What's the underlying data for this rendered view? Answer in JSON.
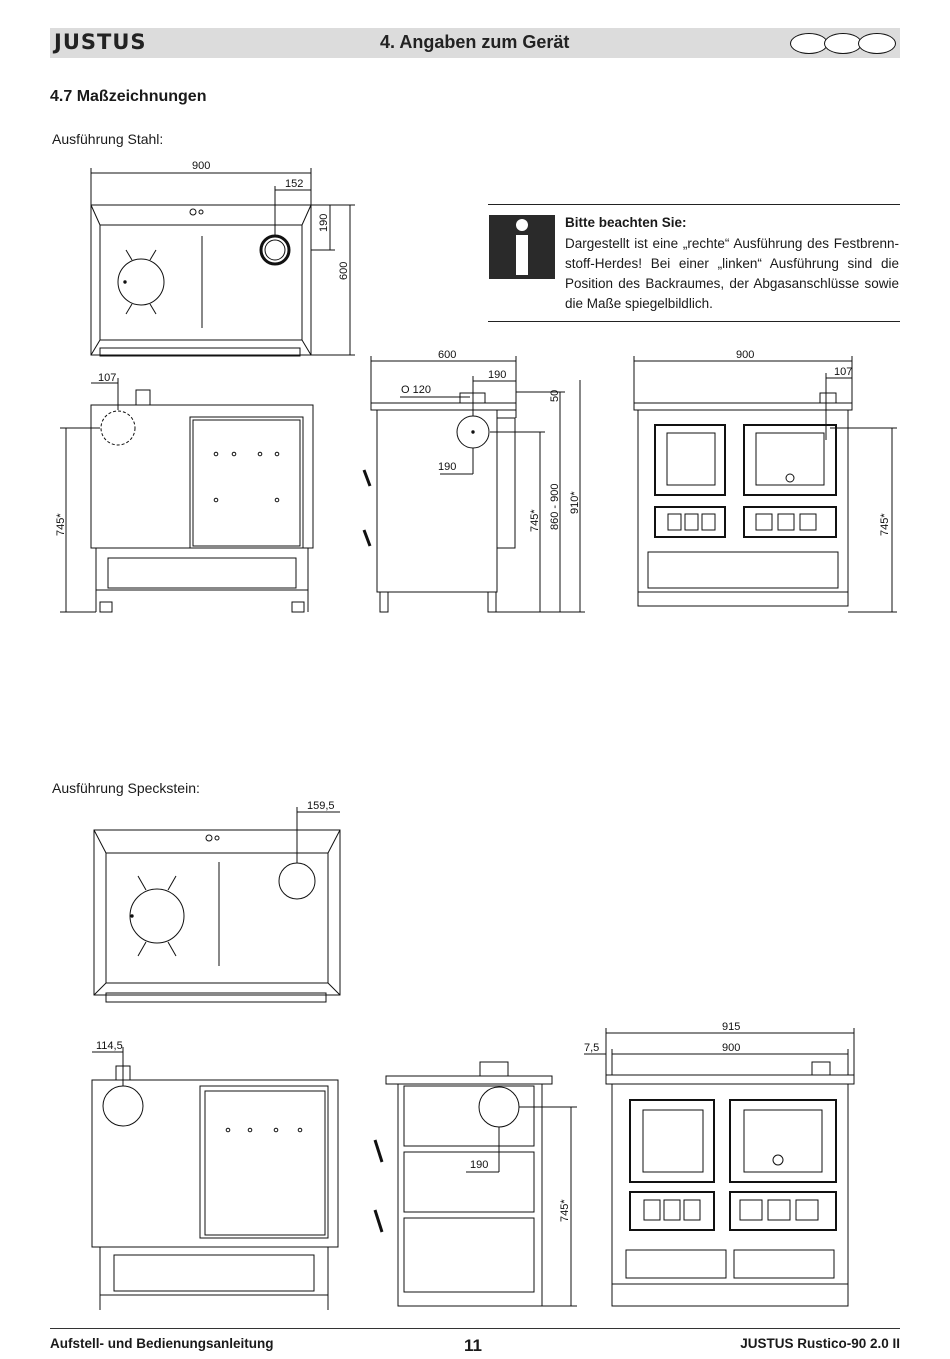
{
  "header": {
    "logo": "JUSTUS",
    "chapter": "4. Angaben zum Gerät"
  },
  "section_title": "4.7 Maßzeichnungen",
  "variants": {
    "steel": "Ausführung Stahl:",
    "soapstone": "Ausführung Speckstein:"
  },
  "note": {
    "title": "Bitte beachten Sie:",
    "text": "Dargestellt ist eine „rechte“ Ausführung des Festbrenn-stoff-Herdes! Bei einer „linken“ Ausführung sind die Position des Backraumes, der Abgasanschlüsse sowie die Maße spiegelbildlich."
  },
  "dimensions": {
    "steel_top_width": "900",
    "steel_top_flue_x": "152",
    "steel_top_flue_y": "190",
    "steel_top_depth": "600",
    "steel_back_flue_x": "107",
    "steel_back_height": "745*",
    "steel_side_depth": "600",
    "steel_side_flue_dia": "O  120",
    "steel_side_flue_x": "190",
    "steel_side_top": "50",
    "steel_side_flue_height": "190",
    "steel_side_height": "745*",
    "steel_side_height_range": "860 - 900",
    "steel_side_total": "910*",
    "steel_front_width": "900",
    "steel_front_flue_x": "107",
    "steel_front_height": "745*",
    "stone_top_flue_x": "159,5",
    "stone_back_flue_x": "114,5",
    "stone_side_flue_height": "190",
    "stone_side_height": "745*",
    "stone_front_width_total": "915",
    "stone_front_width": "900",
    "stone_front_offset": "7,5"
  },
  "footer": {
    "left": "Aufstell- und Bedienungsanleitung",
    "page": "11",
    "right": "JUSTUS Rustico-90 2.0 II"
  }
}
